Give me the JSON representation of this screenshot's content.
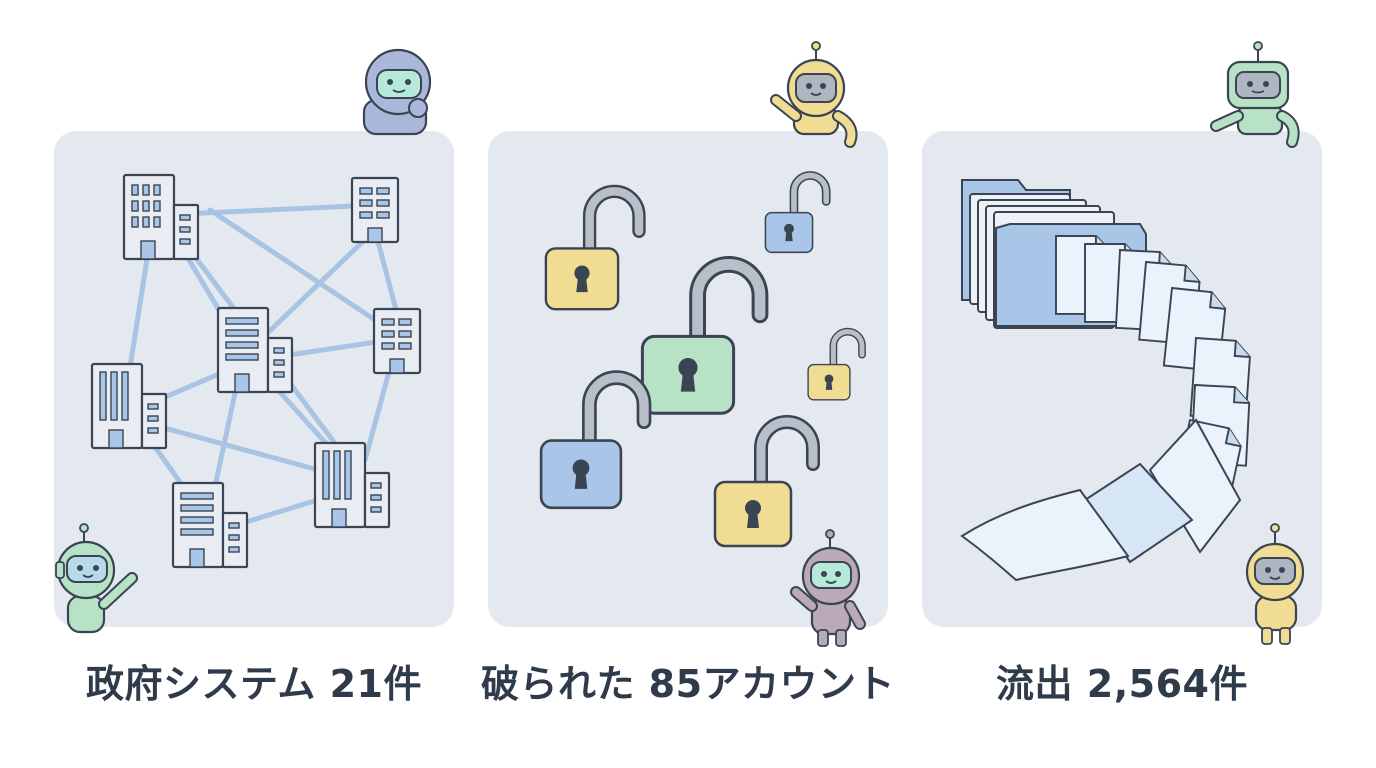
{
  "panels": [
    {
      "caption": "政府システム 21件",
      "illustration": "building-network-icon"
    },
    {
      "caption": "破られた 85アカウント",
      "illustration": "open-padlock-icon"
    },
    {
      "caption": "流出 2,564件",
      "illustration": "document-stream-icon"
    }
  ],
  "colors": {
    "panel_bg": "#e4e9f0",
    "outline": "#3a4452",
    "blue": "#a9c6e8",
    "yellow": "#f0dc92",
    "green": "#b7e2c6",
    "gray": "#c9cfd7",
    "link": "#a9c3e2",
    "text": "#2f3a4a"
  }
}
